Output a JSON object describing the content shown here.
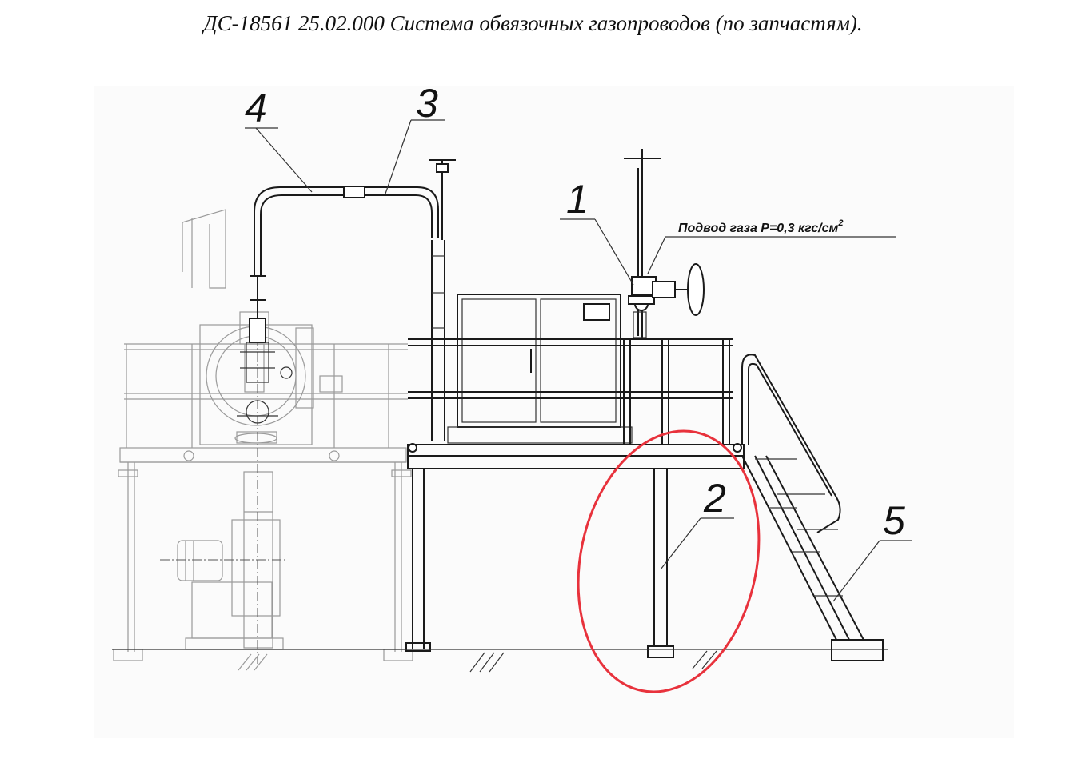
{
  "title": "ДС-18561  25.02.000  Система обвязочных газопроводов  (по запчастям).",
  "callouts": {
    "c1": "1",
    "c2": "2",
    "c3": "3",
    "c4": "4",
    "c5": "5"
  },
  "gas_note": {
    "text": "Подвод газа P=0,3 кгс/см",
    "superscript": "2"
  },
  "highlight_color": "#e8323c"
}
